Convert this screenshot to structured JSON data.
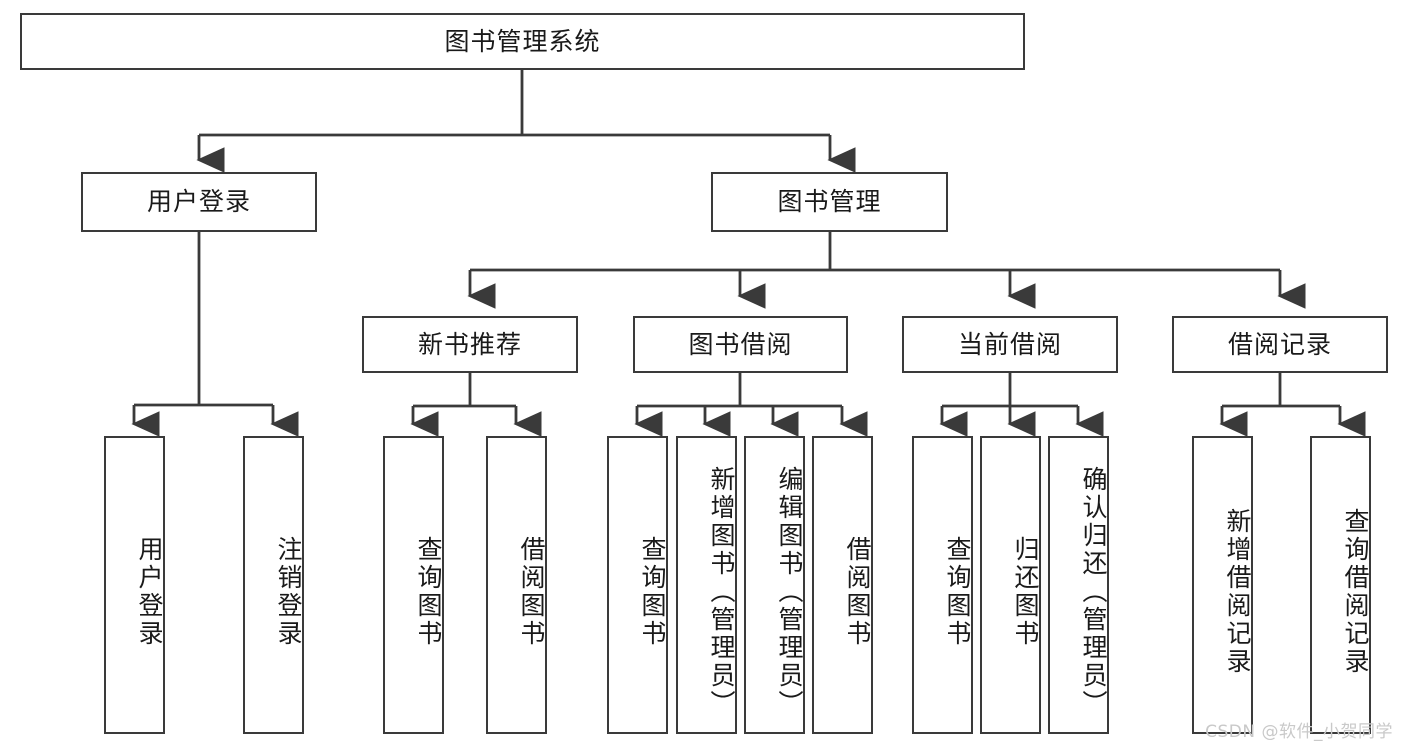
{
  "diagram": {
    "title": "图书管理系统",
    "watermark": "CSDN @软件_小贺同学",
    "stroke_color": "#3a3a3a",
    "text_color": "#1a1a1a",
    "background": "#ffffff",
    "root": {
      "label": "图书管理系统"
    },
    "level2": [
      {
        "label": "用户登录"
      },
      {
        "label": "图书管理"
      }
    ],
    "level3": [
      {
        "label": "新书推荐"
      },
      {
        "label": "图书借阅"
      },
      {
        "label": "当前借阅"
      },
      {
        "label": "借阅记录"
      }
    ],
    "leaves": [
      {
        "label": "用户登录",
        "parent": "用户登录"
      },
      {
        "label": "注销登录",
        "parent": "用户登录"
      },
      {
        "label": "查询图书",
        "parent": "新书推荐"
      },
      {
        "label": "借阅图书",
        "parent": "新书推荐"
      },
      {
        "label": "查询图书",
        "parent": "图书借阅"
      },
      {
        "label": "新增图书（管理员）",
        "parent": "图书借阅"
      },
      {
        "label": "编辑图书（管理员）",
        "parent": "图书借阅"
      },
      {
        "label": "借阅图书",
        "parent": "图书借阅"
      },
      {
        "label": "查询图书",
        "parent": "当前借阅"
      },
      {
        "label": "归还图书",
        "parent": "当前借阅"
      },
      {
        "label": "确认归还（管理员）",
        "parent": "当前借阅"
      },
      {
        "label": "新增借阅记录",
        "parent": "借阅记录"
      },
      {
        "label": "查询借阅记录",
        "parent": "借阅记录"
      }
    ]
  }
}
